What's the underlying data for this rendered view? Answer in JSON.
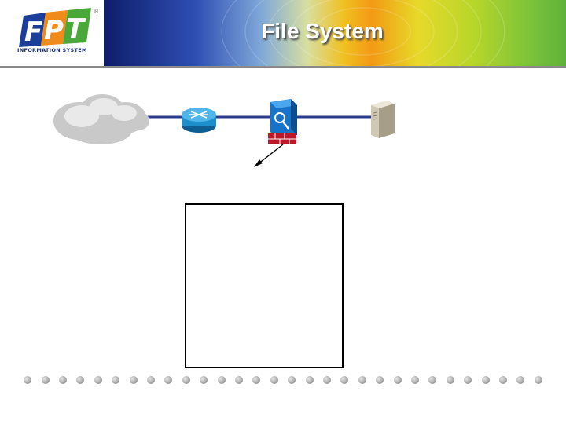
{
  "header": {
    "title": "File System",
    "logo_caption": "INFORMATION SYSTEM",
    "logo_text": "FPT",
    "logo_reg": "®"
  },
  "colors": {
    "network_link": "#2e3a8c",
    "router": "#1f8fcc",
    "firewall_body": "#1673c9",
    "firewall_brick": "#c0182b",
    "server": "#d9d2bf"
  },
  "icons": [
    "cloud-icon",
    "router-icon",
    "firewall-icon",
    "server-icon"
  ],
  "footer": {
    "dot_count": 30
  }
}
